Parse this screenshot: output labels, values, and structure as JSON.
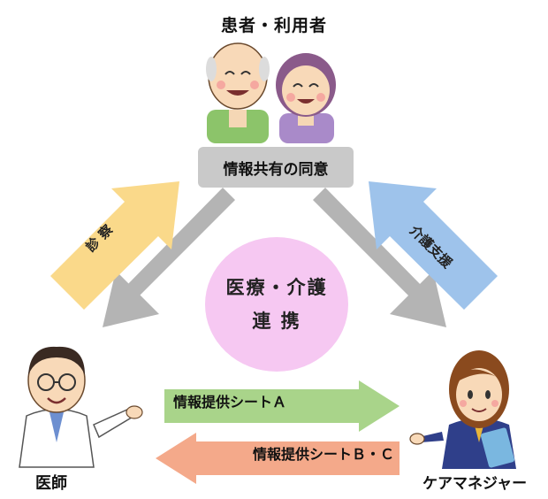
{
  "patient": {
    "label": "患者・利用者"
  },
  "consent": {
    "label": "情報共有の同意"
  },
  "center": {
    "line1": "医療・介護",
    "line2": "連 携"
  },
  "left_arrow": {
    "label": "診 察"
  },
  "right_arrow": {
    "label": "介護支援"
  },
  "sheet_a": {
    "label": "情報提供シートＡ"
  },
  "sheet_bc": {
    "label": "情報提供シートＢ・Ｃ"
  },
  "doctor": {
    "label": "医師"
  },
  "care_manager": {
    "label": "ケアマネジャー"
  },
  "colors": {
    "consent_box": "#c9c9c9",
    "center_circle": "#f6c8f2",
    "arrow_gray": "#b4b4b4",
    "arrow_yellow": "#fad98a",
    "arrow_blue": "#9ec3eb",
    "arrow_green": "#a9d48a",
    "arrow_salmon": "#f4a98a"
  }
}
